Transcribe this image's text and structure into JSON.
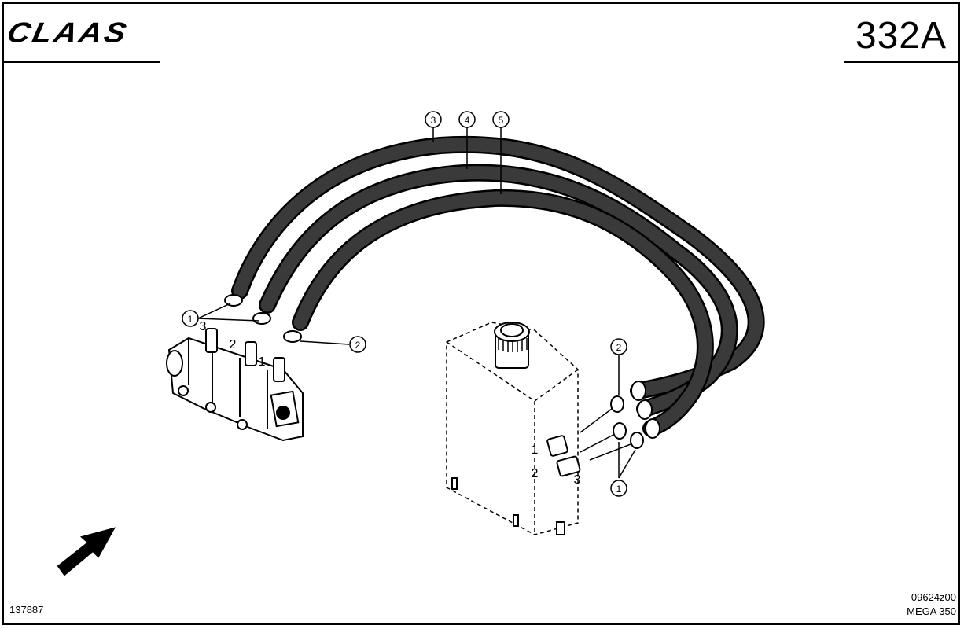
{
  "header": {
    "logo": "CLAAS",
    "page_number": "332A"
  },
  "footer": {
    "drawing_number": "137887",
    "reference_code": "09624z00",
    "model": "MEGA 350"
  },
  "callouts": {
    "hose_3": "3",
    "hose_4": "4",
    "hose_5": "5",
    "clamp_left": "1",
    "clamp_left_2": "2",
    "clamp_right_2": "2",
    "clamp_right_1": "1"
  },
  "port_labels": {
    "pump_3": "3",
    "pump_2": "2",
    "pump_1": "1",
    "tank_1": "1",
    "tank_2": "2",
    "tank_3": "3"
  }
}
